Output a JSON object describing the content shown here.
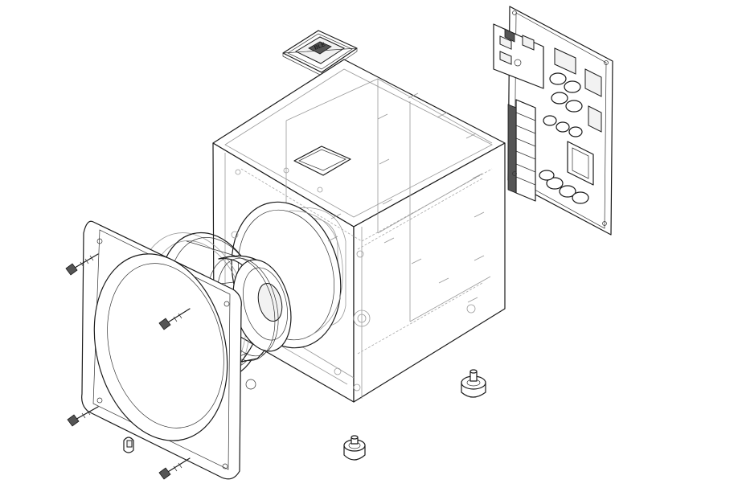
{
  "figure": {
    "kind": "exploded-view line drawing",
    "colors": {
      "line": "#1a1a1a",
      "ghost": "#9a9a9a",
      "background": "#ffffff",
      "dark_fill": "#555555"
    }
  },
  "top_badge": {
    "text": "BLE"
  },
  "parts": {
    "front_screws": 4,
    "feet": 2
  }
}
